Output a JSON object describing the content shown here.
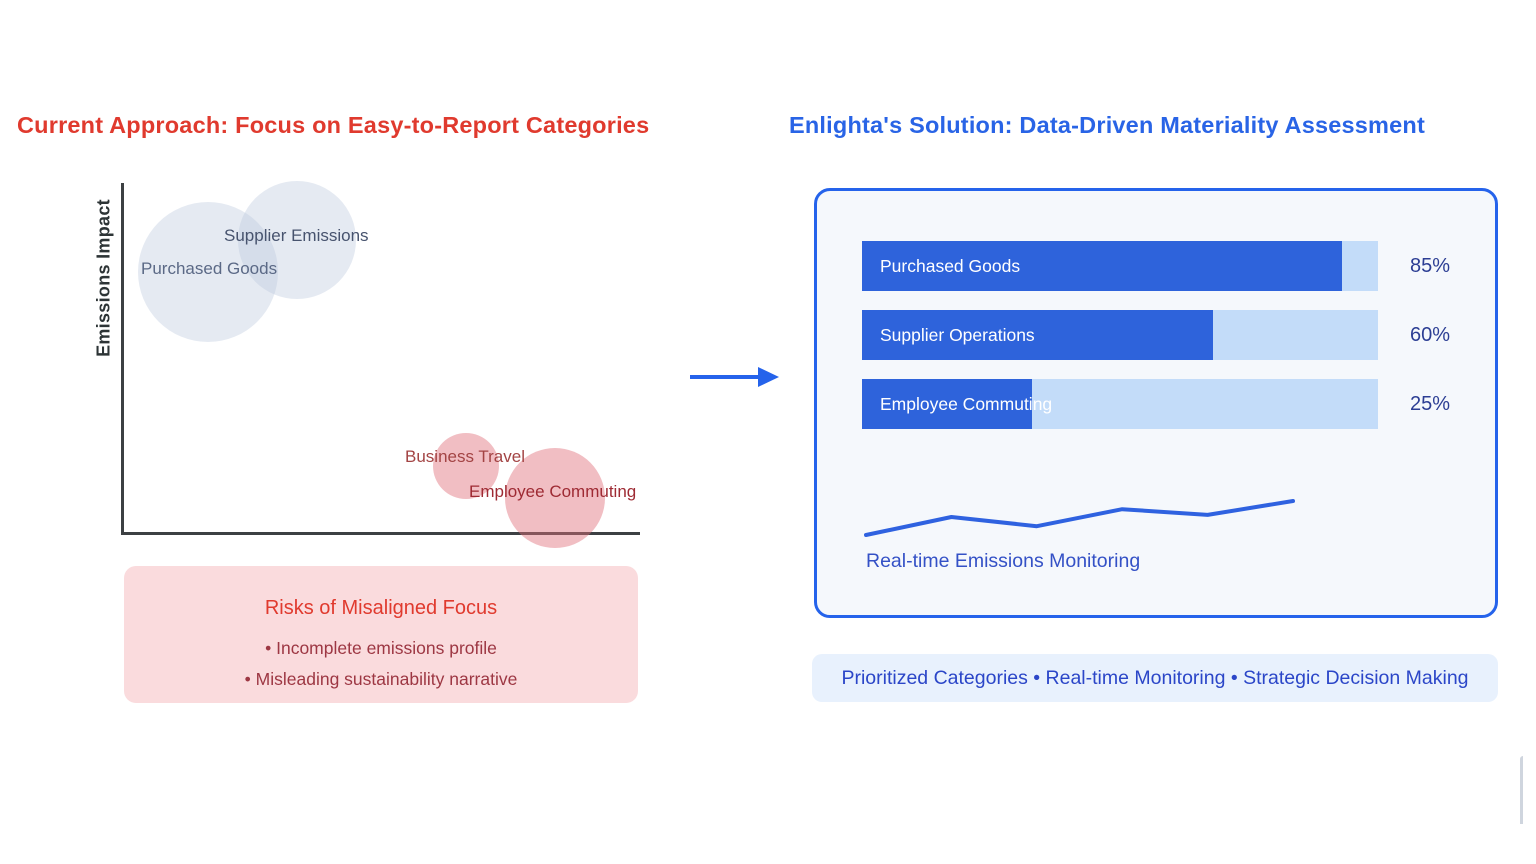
{
  "left": {
    "title": "Current Approach: Focus on Easy-to-Report Categories",
    "title_color": "#e03a2e",
    "chart": {
      "y_axis_label": "Emissions Impact"
    },
    "risk_box": {
      "title": "Risks of Misaligned Focus",
      "bullets": [
        "• Incomplete emissions profile",
        "• Misleading sustainability narrative"
      ],
      "background": "#fadbdd",
      "title_color": "#e03a2e",
      "bullet_color": "#9d3743"
    }
  },
  "arrow": {
    "direction": "right",
    "color": "#2563eb"
  },
  "right": {
    "title": "Enlighta's Solution: Data-Driven Materiality Assessment",
    "title_color": "#2964e6",
    "panel_border_color": "#2563eb",
    "panel_background": "#f5f8fc",
    "footer_pill": "Prioritized Categories • Real-time Monitoring • Strategic Decision Making",
    "footer_pill_background": "#e8f1fd",
    "footer_pill_text_color": "#2b46c8"
  },
  "chart_data": [
    {
      "type": "scatter",
      "subtype": "bubble",
      "title": "",
      "xlabel": "",
      "ylabel": "Emissions Impact",
      "grid": false,
      "points": [
        {
          "label": "Purchased Goods",
          "x_rel": 0.16,
          "y_rel": 0.74,
          "radius_px": 70,
          "color": "rgba(186,200,222,0.38)",
          "label_color": "#5b6986"
        },
        {
          "label": "Supplier Emissions",
          "x_rel": 0.34,
          "y_rel": 0.84,
          "radius_px": 59,
          "color": "rgba(186,200,222,0.38)",
          "label_color": "#47536e"
        },
        {
          "label": "Business Travel",
          "x_rel": 0.66,
          "y_rel": 0.19,
          "radius_px": 33,
          "color": "rgba(224,111,122,0.45)",
          "label_color": "#a34444"
        },
        {
          "label": "Employee Commuting",
          "x_rel": 0.84,
          "y_rel": 0.1,
          "radius_px": 50,
          "color": "rgba(224,111,122,0.45)",
          "label_color": "#9e2a33"
        }
      ]
    },
    {
      "type": "bar",
      "orientation": "horizontal",
      "categories": [
        "Purchased Goods",
        "Supplier Operations",
        "Employee Commuting"
      ],
      "values": [
        85,
        60,
        25
      ],
      "display_values": [
        "85%",
        "60%",
        "25%"
      ],
      "fill_color": "#2e63db",
      "track_color": "#c3dcf9",
      "value_text_color": "#2c3e94",
      "xlim": [
        0,
        100
      ]
    },
    {
      "type": "line",
      "title": "Real-time Emissions Monitoring",
      "values_relative": [
        0,
        0.53,
        0.26,
        0.76,
        0.59,
        1.0
      ],
      "trend": "upward",
      "line_color": "#2f62e0",
      "label_color": "#3451c6",
      "axes_shown": false
    }
  ]
}
